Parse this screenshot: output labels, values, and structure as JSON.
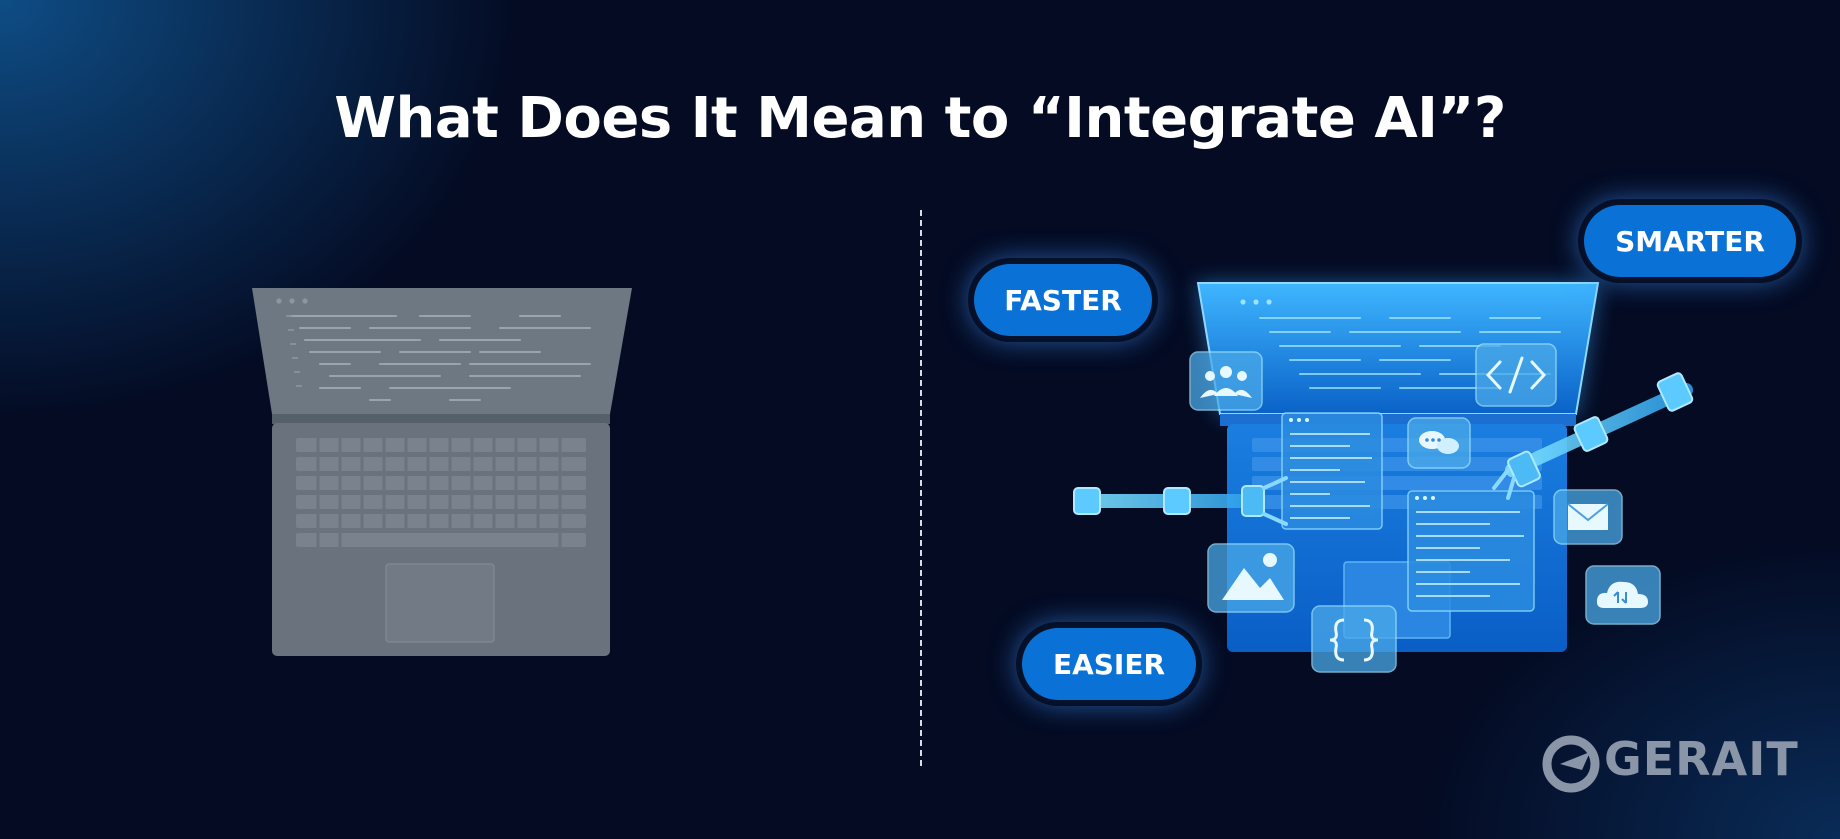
{
  "title": "What Does It Mean to “Integrate AI”?",
  "labels": {
    "faster": "FASTER",
    "smarter": "SMARTER",
    "easier": "EASIER"
  },
  "logo": {
    "text": "GERAIT"
  },
  "icons": [
    "team-icon",
    "code-icon",
    "chat-icon",
    "mail-icon",
    "image-icon",
    "braces-icon",
    "cloud-transfer-icon",
    "robotic-arm-icon"
  ],
  "colors": {
    "background": "#040b23",
    "accent": "#0a72d6",
    "laptop_gray": "#6b747e",
    "glow": "#5fc8ff"
  }
}
